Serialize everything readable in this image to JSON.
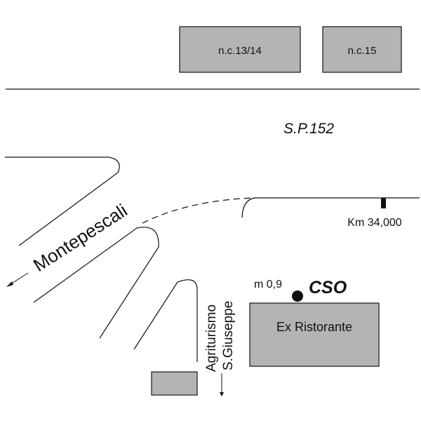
{
  "buildings": {
    "nc_13_14": "n.c.13/14",
    "nc_15": "n.c.15",
    "ex_ristorante": "Ex Ristorante"
  },
  "roads": {
    "main_road": "S.P.152",
    "km_marker": "Km 34,000",
    "montepescali": "Montepescali",
    "agriturismo_line1": "Agriturismo",
    "agriturismo_line2": "S.Giuseppe",
    "km_local": "m 0,9"
  },
  "location": {
    "label": "CSO"
  }
}
